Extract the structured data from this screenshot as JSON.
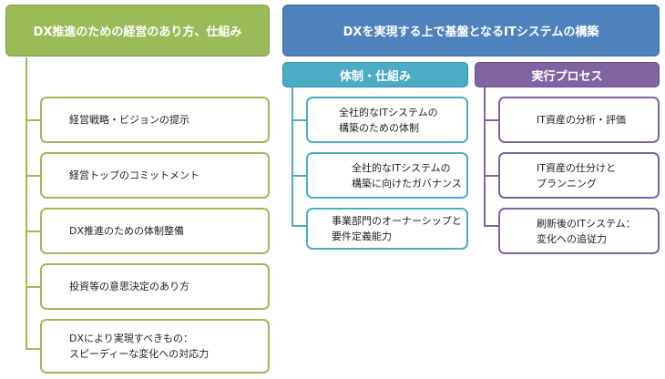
{
  "left": {
    "header": "DX推進のための経営のあり方、仕組み",
    "items": [
      "経営戦略・ビジョンの提示",
      "経営トップのコミットメント",
      "DX推進のための体制整備",
      "投資等の意思決定のあり方",
      "DXにより実現すべきもの：\nスピーディーな変化への対応力"
    ]
  },
  "right": {
    "header": "DXを実現する上で基盤となるITシステムの構築",
    "taisei": {
      "header": "体制・仕組み",
      "items": [
        "全社的なITシステムの\n構築のための体制",
        "全社的なITシステムの\n構築に向けたガバナンス",
        "事業部門のオーナーシップと\n要件定義能力"
      ]
    },
    "process": {
      "header": "実行プロセス",
      "items": [
        "IT資産の分析・評価",
        "IT資産の仕分けと\nプランニング",
        "刷新後のITシステム：\n変化への追従力"
      ]
    }
  },
  "colors": {
    "green": "#9bbb59",
    "blue": "#4f81bd",
    "teal": "#4bacc6",
    "purple": "#8064a2"
  }
}
